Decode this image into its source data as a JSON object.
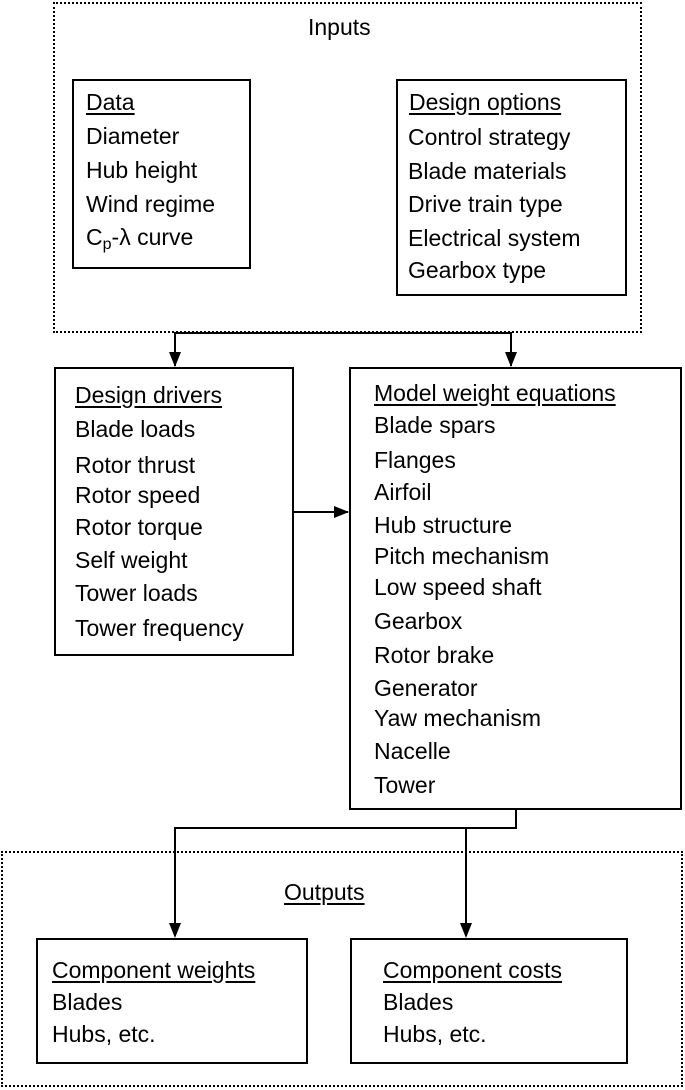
{
  "inputs": {
    "title": "Inputs",
    "data_box": {
      "heading": "Data",
      "items": [
        "Diameter",
        "Hub height",
        "Wind regime"
      ],
      "cp_curve": {
        "base": "C",
        "subscript": "p",
        "rest": "-λ curve"
      }
    },
    "options_box": {
      "heading": "Design options",
      "items": [
        "Control strategy",
        "Blade materials",
        "Drive train type",
        "Electrical system",
        "Gearbox type"
      ]
    }
  },
  "drivers_box": {
    "heading": "Design drivers",
    "items": [
      "Blade loads",
      "Rotor thrust",
      "Rotor speed",
      "Rotor torque",
      "Self weight",
      "Tower loads",
      "Tower frequency"
    ]
  },
  "model_box": {
    "heading": "Model weight equations",
    "items": [
      "Blade spars",
      "Flanges",
      "Airfoil",
      "Hub structure",
      "Pitch mechanism",
      "Low speed shaft",
      "Gearbox",
      "Rotor brake",
      "Generator",
      "Yaw mechanism",
      "Nacelle",
      "Tower"
    ]
  },
  "outputs": {
    "title": "Outputs",
    "weights_box": {
      "heading": "Component weights",
      "items": [
        "Blades",
        "Hubs, etc."
      ]
    },
    "costs_box": {
      "heading": "Component costs",
      "items": [
        "Blades",
        "Hubs, etc."
      ]
    }
  }
}
